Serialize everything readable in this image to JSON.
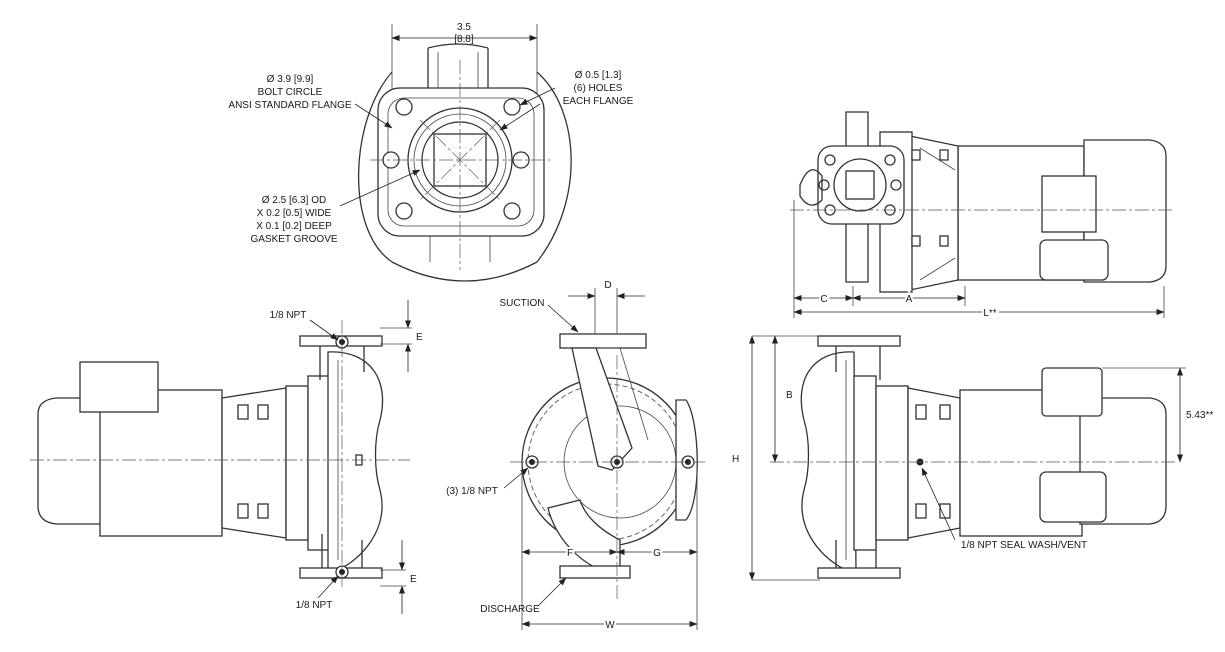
{
  "labels": {
    "width_35": "3.5",
    "width_88": "[8.8]",
    "bolt_circle_1": "Ø 3.9 [9.9]",
    "bolt_circle_2": "BOLT CIRCLE",
    "bolt_circle_3": "ANSI STANDARD FLANGE",
    "holes_1": "Ø 0.5 [1.3]",
    "holes_2": "(6) HOLES",
    "holes_3": "EACH FLANGE",
    "gasket_1": "Ø 2.5 [6.3] OD",
    "gasket_2": "X 0.2 [0.5] WIDE",
    "gasket_3": "X 0.1 [0.2] DEEP",
    "gasket_4": "GASKET GROOVE",
    "npt_top": "1/8 NPT",
    "npt_bottom": "1/8 NPT",
    "dim_e_top": "E",
    "dim_e_bottom": "E",
    "suction": "SUCTION",
    "dim_d": "D",
    "npt_three": "(3) 1/8 NPT",
    "dim_f": "F",
    "dim_g": "G",
    "dim_w": "W",
    "discharge": "DISCHARGE",
    "dim_c": "C",
    "dim_a": "A",
    "dim_l": "L**",
    "dim_b": "B",
    "dim_h": "H",
    "dim_543": "5.43**",
    "seal_wash": "1/8 NPT SEAL WASH/VENT"
  }
}
